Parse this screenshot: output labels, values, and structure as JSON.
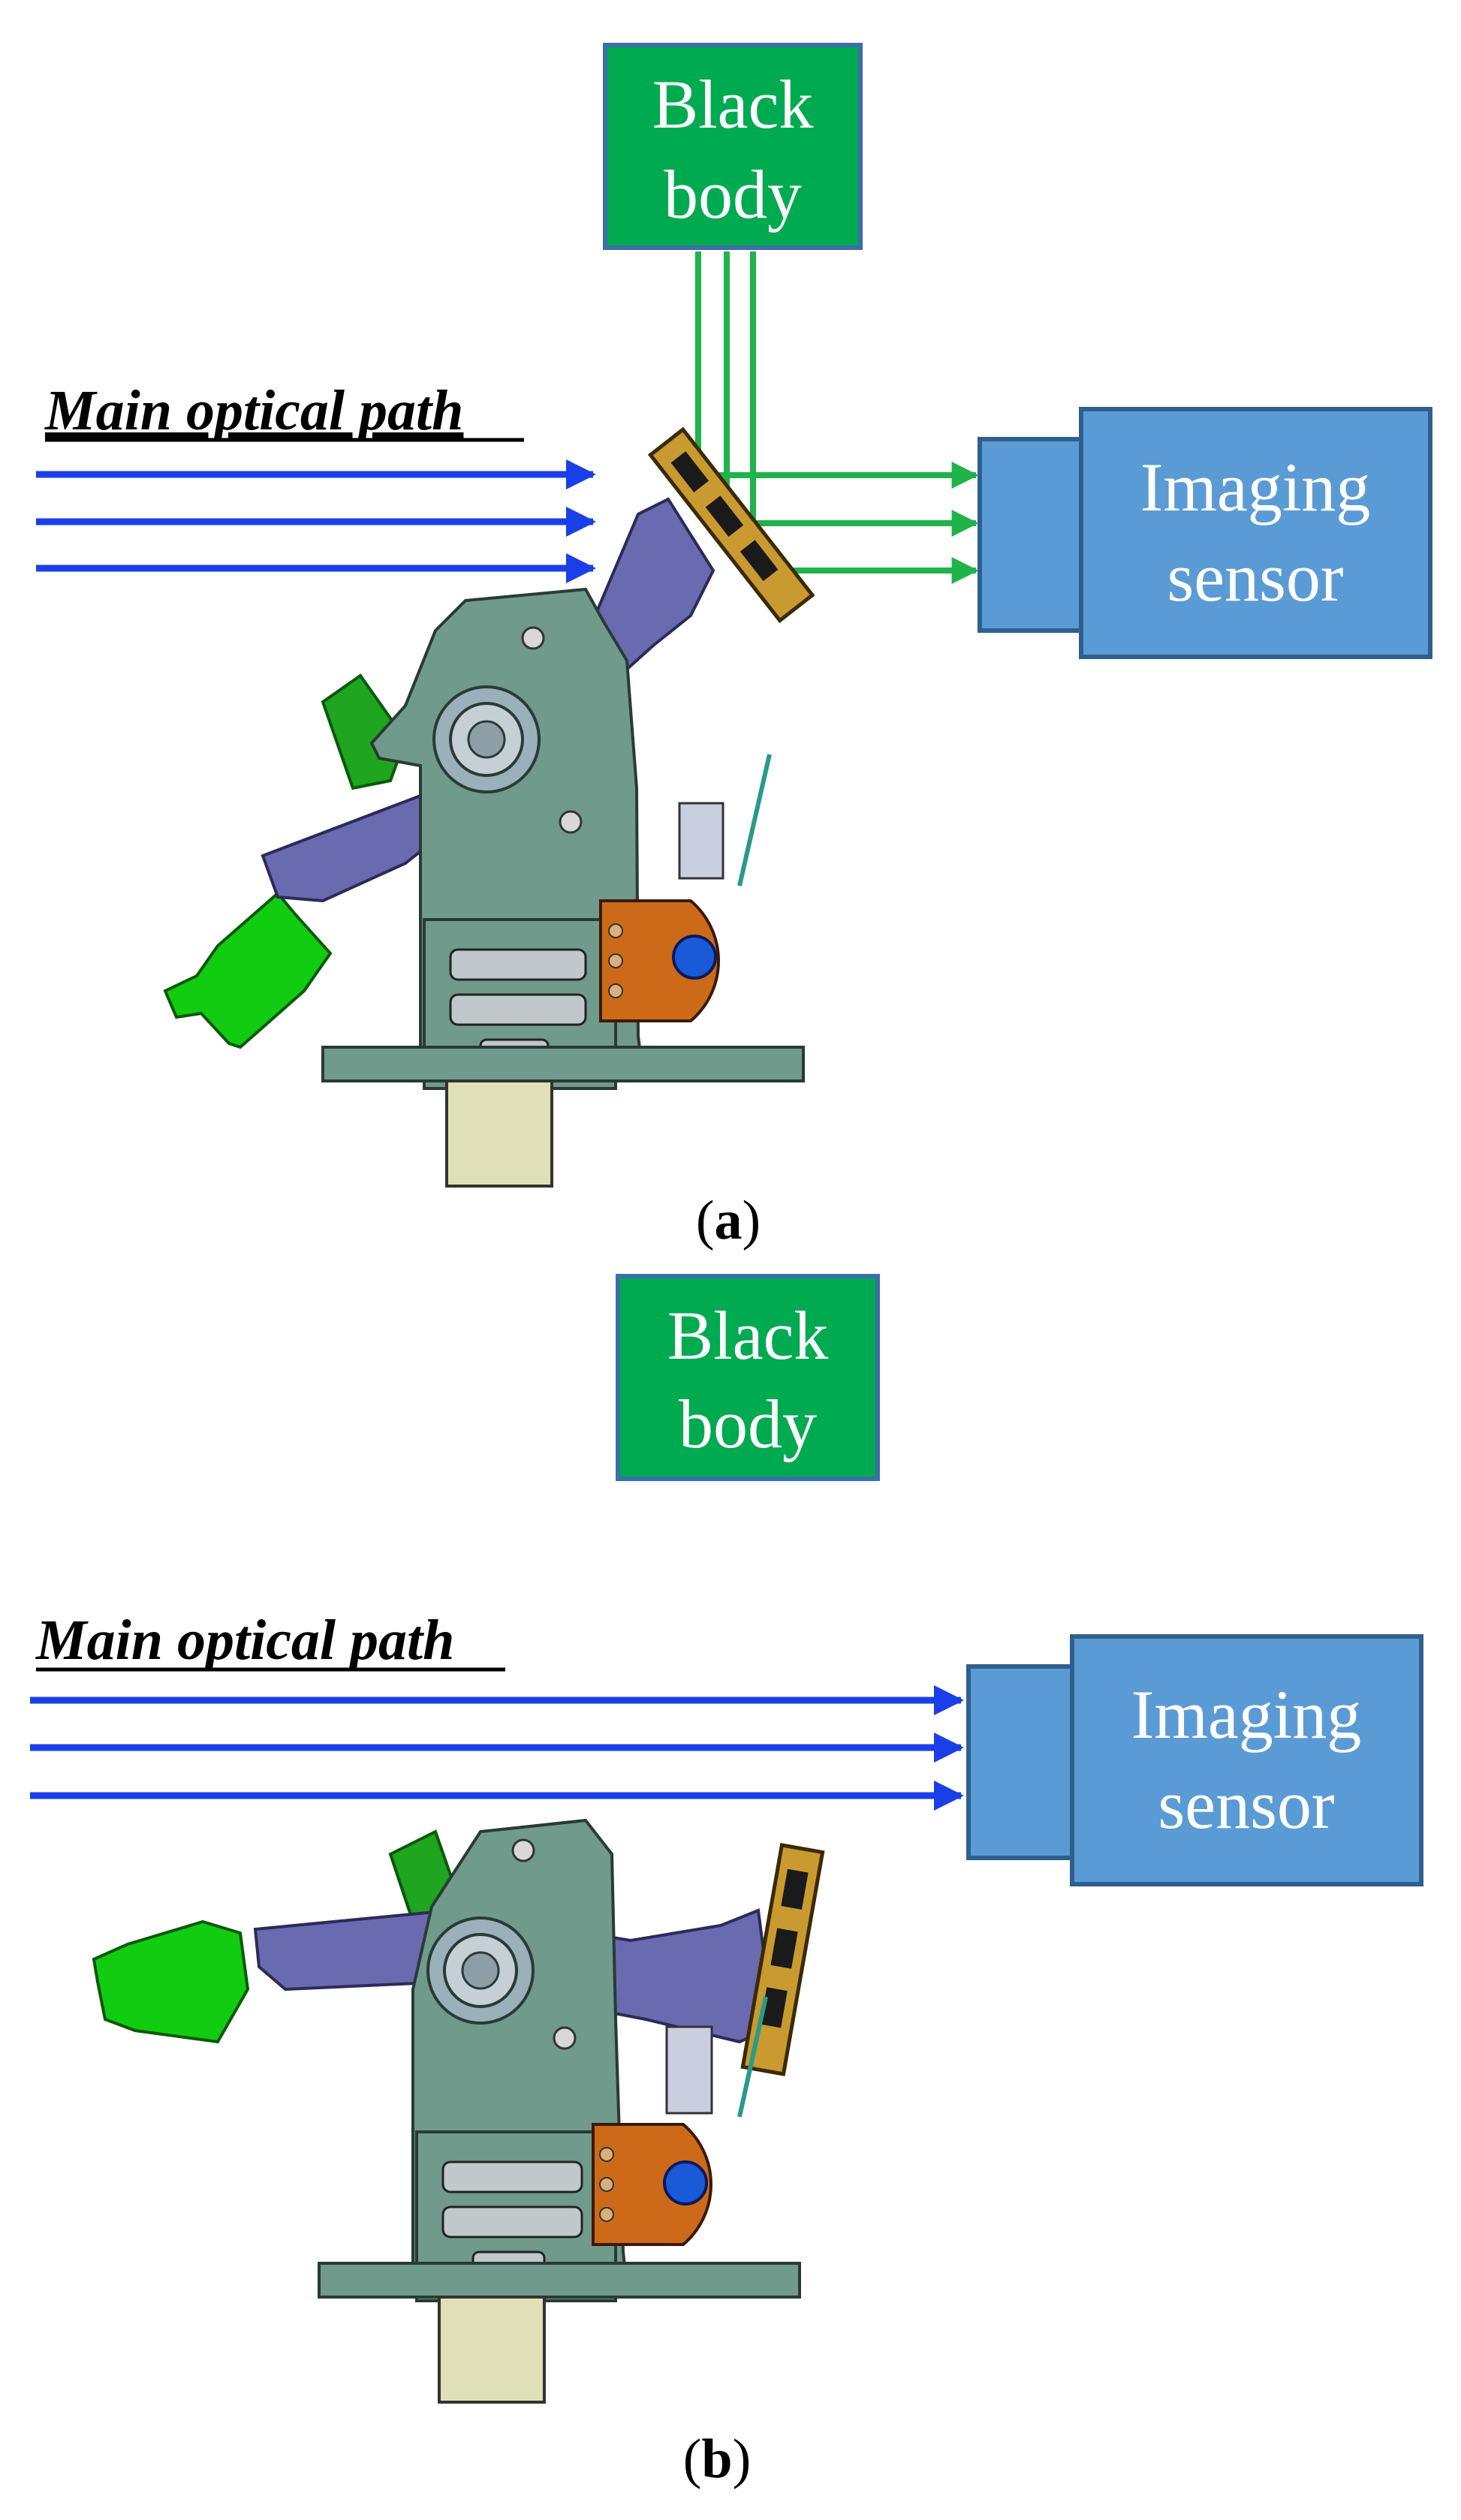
{
  "panel_a": {
    "label_text": "Main optical path",
    "black_body": {
      "line1": "Black",
      "line2": "body"
    },
    "sensor": {
      "line1": "Imaging",
      "line2": "sensor"
    },
    "caption_letter": "a"
  },
  "panel_b": {
    "label_text": "Main optical path",
    "black_body": {
      "line1": "Black",
      "line2": "body"
    },
    "sensor": {
      "line1": "Imaging",
      "line2": "sensor"
    },
    "caption_letter": "b"
  },
  "colors": {
    "main_path_arrow": "#1a3fe8",
    "blackbody_arrow": "#1fb34a",
    "blackbody_box": "#00aa50",
    "sensor_box": "#5b9bd5",
    "mechanism_body": "#6f9a8c",
    "arm": "#6a6ab0",
    "motor": "#11cc11",
    "bracket": "#cc6a1a"
  }
}
